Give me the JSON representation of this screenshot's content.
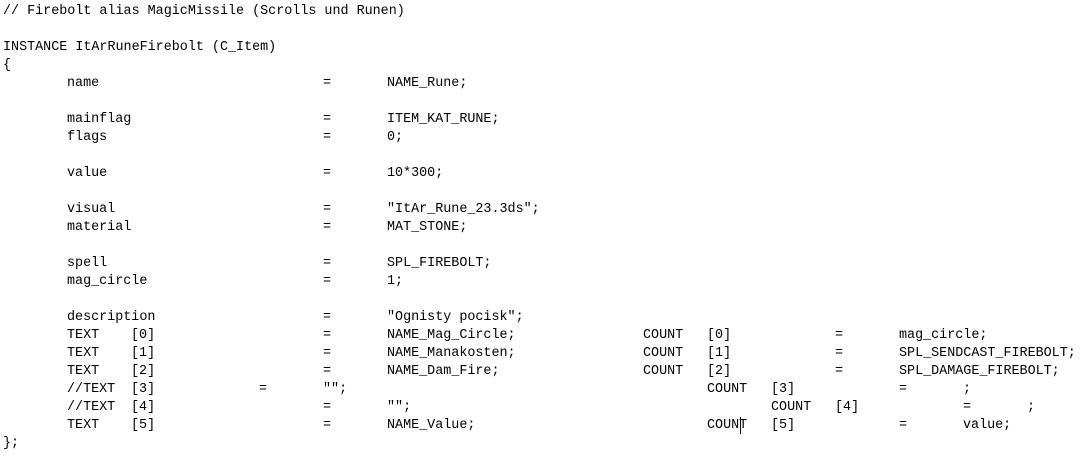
{
  "editor": {
    "lines": [
      {
        "cells": [
          "// Firebolt alias MagicMissile (Scrolls und Runen)"
        ]
      },
      {
        "cells": []
      },
      {
        "cells": [
          "INSTANCE ItArRuneFirebolt (C_Item)"
        ]
      },
      {
        "cells": [
          "{"
        ]
      },
      {
        "cells": [
          "name",
          "=",
          "NAME_Rune;"
        ]
      },
      {
        "cells": []
      },
      {
        "cells": [
          "mainflag",
          "=",
          "ITEM_KAT_RUNE;"
        ]
      },
      {
        "cells": [
          "flags",
          "=",
          "0;"
        ]
      },
      {
        "cells": []
      },
      {
        "cells": [
          "value",
          "=",
          "10*300;"
        ]
      },
      {
        "cells": []
      },
      {
        "cells": [
          "visual",
          "=",
          "\"ItAr_Rune_23.3ds\";"
        ]
      },
      {
        "cells": [
          "material",
          "=",
          "MAT_STONE;"
        ]
      },
      {
        "cells": []
      },
      {
        "cells": [
          "spell",
          "=",
          "SPL_FIREBOLT;"
        ]
      },
      {
        "cells": [
          "mag_circle",
          "=",
          "1;"
        ]
      },
      {
        "cells": []
      },
      {
        "cells": [
          "description",
          "=",
          "\"Ognisty pocisk\";"
        ]
      },
      {
        "cells": [
          "TEXT",
          "[0]",
          "=",
          "NAME_Mag_Circle;",
          "COUNT",
          "[0]",
          "=",
          "mag_circle;"
        ]
      },
      {
        "cells": [
          "TEXT",
          "[1]",
          "=",
          "NAME_Manakosten;",
          "COUNT",
          "[1]",
          "=",
          "SPL_SENDCAST_FIREBOLT;"
        ]
      },
      {
        "cells": [
          "TEXT",
          "[2]",
          "=",
          "NAME_Dam_Fire;",
          "COUNT",
          "[2]",
          "=",
          "SPL_DAMAGE_FIREBOLT;"
        ]
      },
      {
        "cells": [
          "//TEXT",
          "[3]",
          "=",
          "\"\";",
          "COUNT",
          "[3]",
          "=",
          ";"
        ]
      },
      {
        "cells": [
          "//TEXT",
          "[4]",
          "=",
          "\"\";",
          "COUNT",
          "[4]",
          "=",
          ";"
        ]
      },
      {
        "cells": [
          "TEXT",
          "[5]",
          "=",
          "NAME_Value;",
          "COUNT",
          "[5]",
          "=",
          "value;"
        ]
      },
      {
        "cells": [
          "};"
        ]
      }
    ]
  }
}
